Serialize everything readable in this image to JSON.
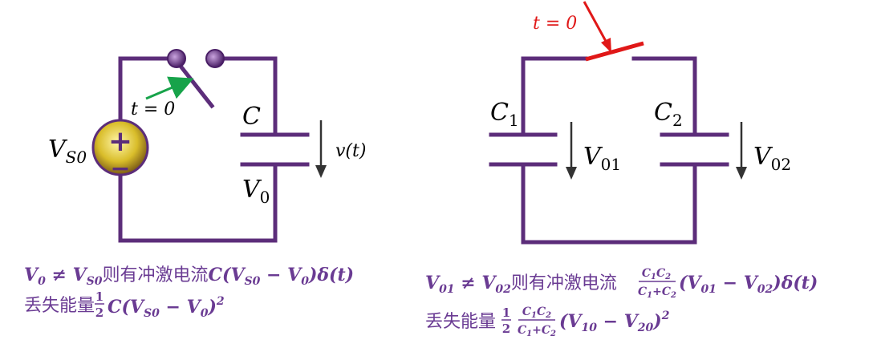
{
  "left_circuit": {
    "switch_time": "t = 0",
    "capacitor_label": "C",
    "capacitor_voltage_label": "V",
    "capacitor_voltage_sub": "0",
    "source_label": "V",
    "source_sub": "S0",
    "source_plus": "+",
    "source_minus": "−",
    "output_label": "v(t)"
  },
  "right_circuit": {
    "switch_time": "t = 0",
    "c1_label": "C",
    "c1_sub": "1",
    "c2_label": "C",
    "c2_sub": "2",
    "v1_label": "V",
    "v1_sub": "01",
    "v2_label": "V",
    "v2_sub": "02"
  },
  "left_equations": {
    "line1_lhs": "V",
    "line1_lhs_sub": "0",
    "line1_neq": " ≠ V",
    "line1_neq_sub": "S0",
    "line1_text": "则有冲激电流",
    "line1_rhs_a": "C(V",
    "line1_rhs_a_sub": "S0",
    "line1_rhs_b": " − V",
    "line1_rhs_b_sub": "0",
    "line1_rhs_c": ")δ(t)",
    "line2_text": "丢失能量",
    "line2_frac_num": "1",
    "line2_frac_den": "2",
    "line2_a": "C(V",
    "line2_a_sub": "S0",
    "line2_b": " − V",
    "line2_b_sub": "0",
    "line2_c": ")",
    "line2_sup": "2"
  },
  "right_equations": {
    "line1_lhs": "V",
    "line1_lhs_sub": "01",
    "line1_neq": " ≠ V",
    "line1_neq_sub": "02",
    "line1_text": "则有冲激电流",
    "frac_num_a": "C",
    "frac_num_a_sub": "1",
    "frac_num_b": "C",
    "frac_num_b_sub": "2",
    "frac_den_a": "C",
    "frac_den_a_sub": "1",
    "frac_den_plus": "+C",
    "frac_den_b_sub": "2",
    "line1_rhs_a": "(V",
    "line1_rhs_a_sub": "01",
    "line1_rhs_b": " − V",
    "line1_rhs_b_sub": "02",
    "line1_rhs_c": ")δ(t)",
    "line2_text": "丢失能量",
    "line2_half_num": "1",
    "line2_half_den": "2",
    "line2_a": "(V",
    "line2_a_sub": "10",
    "line2_b": " − V",
    "line2_b_sub": "20",
    "line2_c": ")",
    "line2_sup": "2"
  },
  "colors": {
    "wire": "#5c2d7a",
    "switch_red": "#e01818",
    "arrow_green": "#17a34a",
    "equation": "#6a3b93"
  }
}
